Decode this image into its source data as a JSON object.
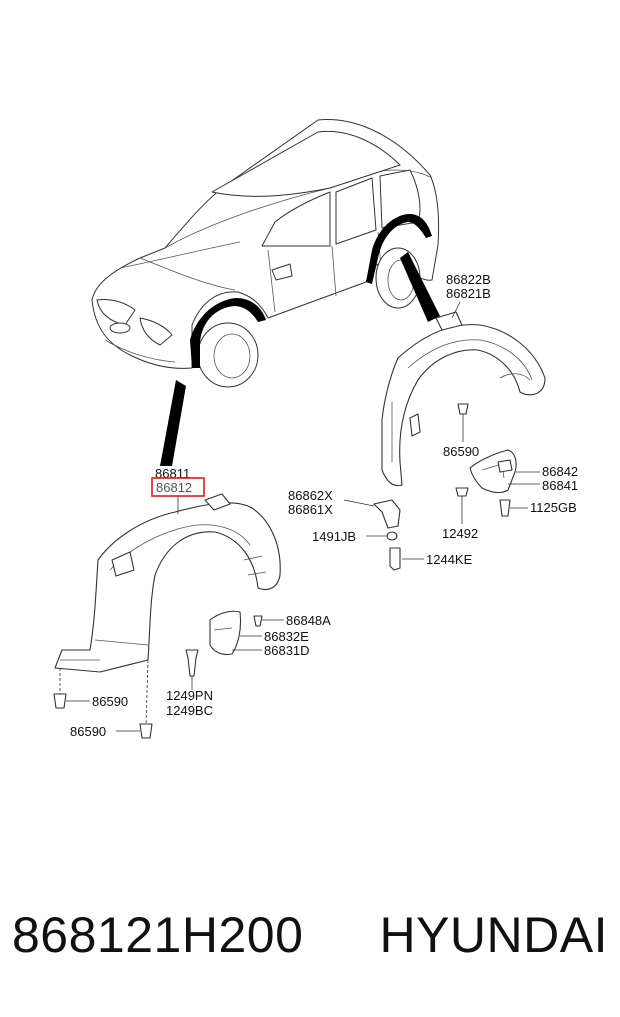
{
  "labels": {
    "front_liner_top": "86811",
    "front_liner_highlight": "86812",
    "rear_liner_a": "86822B",
    "rear_liner_b": "86821B",
    "rear_clip": "86590",
    "rear_flap_a": "86842",
    "rear_flap_b": "86841",
    "rear_flap_screw": "1125GB",
    "rear_clip_b": "12492",
    "bracket_a": "86862X",
    "bracket_b": "86861X",
    "nut": "1491JB",
    "bolt": "1244KE",
    "front_clip_a": "86848A",
    "front_flap_a": "86832E",
    "front_flap_b": "86831D",
    "front_screw_a": "1249PN",
    "front_screw_b": "1249BC",
    "front_clip_1": "86590",
    "front_clip_2": "86590"
  },
  "footer": {
    "part_number": "868121H200",
    "brand": "HYUNDAI"
  },
  "colors": {
    "highlight": "#d62020",
    "ink": "#111111"
  }
}
